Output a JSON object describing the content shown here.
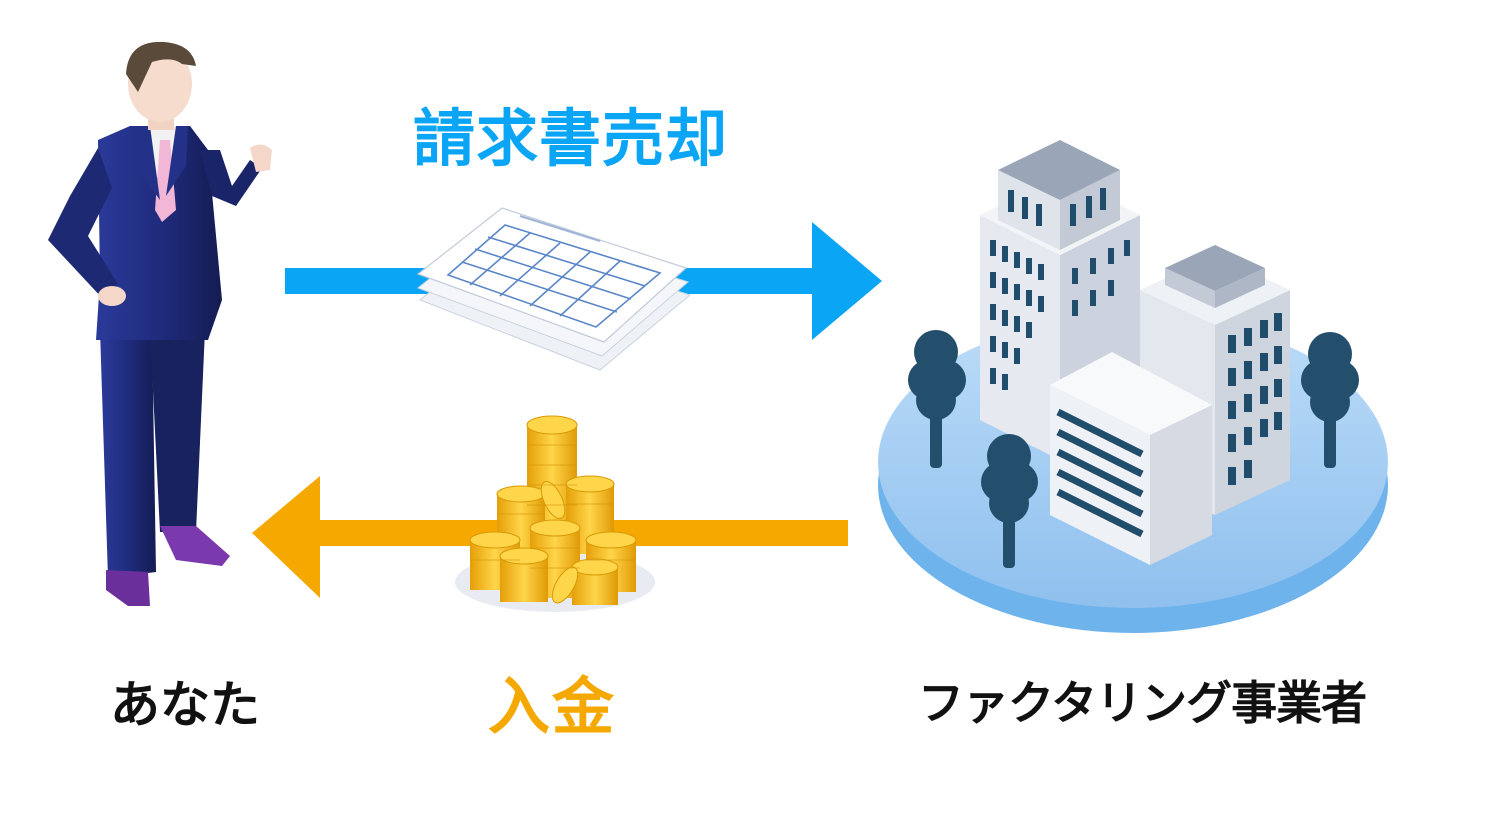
{
  "labels": {
    "invoice_sale": "請求書売却",
    "payment": "入金",
    "you": "あなた",
    "factoring_company": "ファクタリング事業者"
  },
  "colors": {
    "blue_arrow": "#0aa6f5",
    "orange_arrow": "#f5a800",
    "suit": "#1e2a7a",
    "shoes": "#6a2f9a",
    "platform": "#a8d1f5",
    "tree": "#234f6c",
    "coin": "#f2b61c",
    "text": "#111111"
  },
  "icons": {
    "person": "businessman-icon",
    "document": "invoice-document-icon",
    "coins": "coin-stack-icon",
    "buildings": "office-buildings-icon"
  }
}
